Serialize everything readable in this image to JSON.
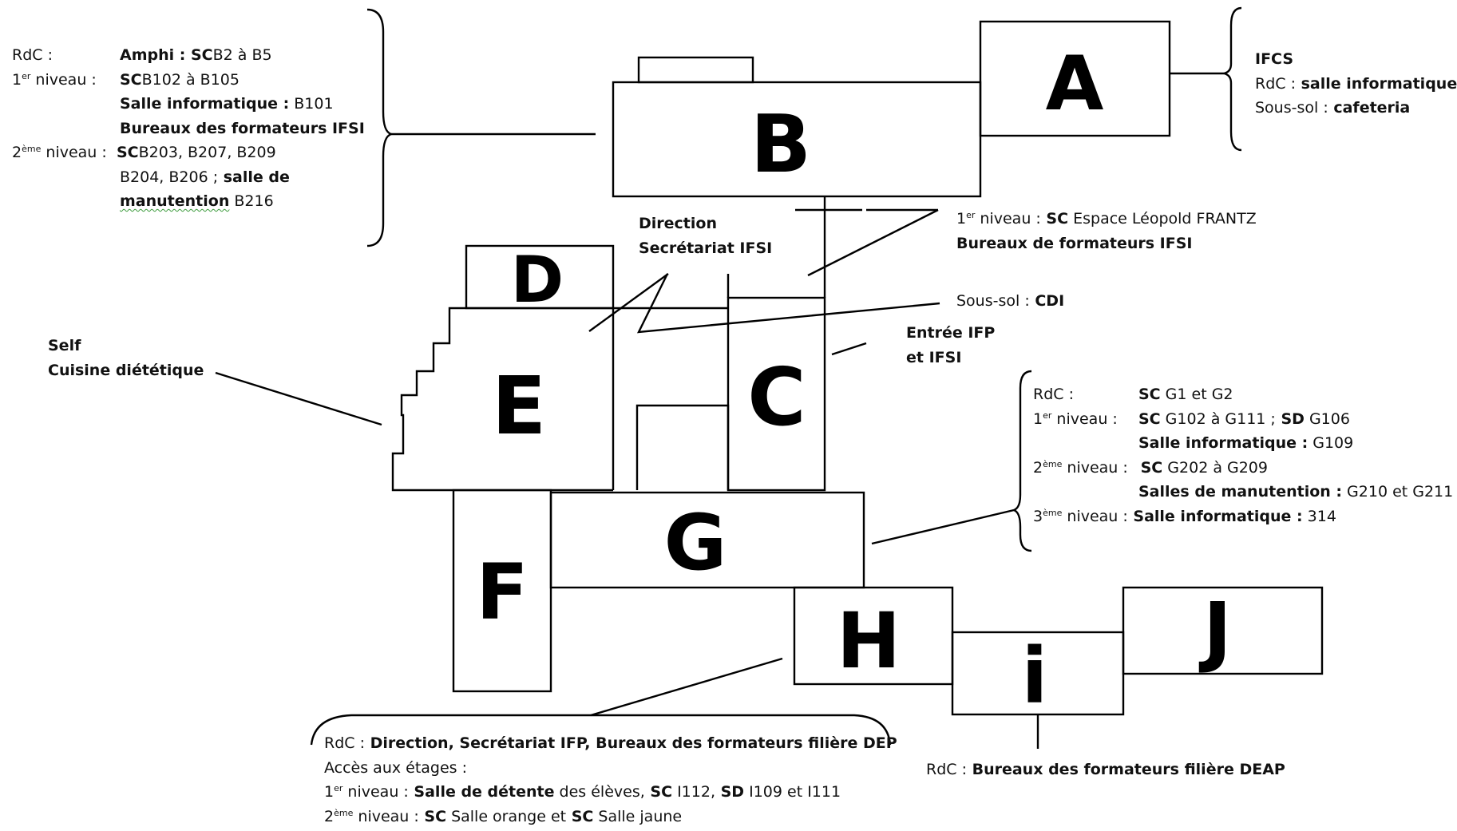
{
  "buildings": {
    "A": "A",
    "B": "B",
    "C": "C",
    "D": "D",
    "E": "E",
    "F": "F",
    "G": "G",
    "H": "H",
    "I": "i",
    "J": "J"
  },
  "notes": {
    "b": {
      "rdc_label": "RdC :",
      "rdc_bold": "Amphi : SC",
      "rdc_text": "B2 à B5",
      "n1_num": "1",
      "n1_sup": "er",
      "n1_label": " niveau :",
      "n1_bold": "SC",
      "n1_text": "B102 à B105",
      "n1_line2_bold": "Salle informatique :",
      "n1_line2_text": " B101",
      "n1_line3_bold": "Bureaux des formateurs IFSI",
      "n2_num": "2",
      "n2_sup": "ème",
      "n2_label": " niveau :",
      "n2_bold": "SC",
      "n2_text": "B203, B207, B209",
      "n2_line2_text": "B204, B206 ;",
      "n2_line2_bold": " salle de",
      "n2_line3_bold": "manutention",
      "n2_line3_text": " B216"
    },
    "a": {
      "title": "IFCS",
      "rdc_label": "RdC :",
      "rdc_bold": " salle informatique",
      "ss_label": "Sous-sol :",
      "ss_bold": " cafeteria"
    },
    "c_level1": {
      "num": "1",
      "sup": "er",
      "label": " niveau :",
      "bold": " SC",
      "text": " Espace Léopold FRANTZ",
      "line2_bold": "Bureaux de formateurs IFSI"
    },
    "direction": {
      "line1": "Direction",
      "line2": "Secrétariat IFSI"
    },
    "cdi": {
      "label": "Sous-sol :",
      "bold": " CDI"
    },
    "entree": {
      "line1": "Entrée IFP",
      "line2": "et IFSI"
    },
    "self": {
      "line1": "Self",
      "line2": "Cuisine diététique"
    },
    "g": {
      "rdc_label": "RdC :",
      "rdc_bold": "SC",
      "rdc_text": " G1 et G2",
      "n1_num": "1",
      "n1_sup": "er",
      "n1_label": " niveau :",
      "n1_bold": "SC",
      "n1_text": " G102 à G111 ;",
      "n1_bold2": " SD",
      "n1_text2": " G106",
      "n1_line2_bold": "Salle informatique :",
      "n1_line2_text": " G109",
      "n2_num": "2",
      "n2_sup": "ème",
      "n2_label": " niveau :",
      "n2_bold": " SC",
      "n2_text": " G202 à G209",
      "n2_line2_bold": "Salles de manutention :",
      "n2_line2_text": " G210 et G211",
      "n3_num": "3",
      "n3_sup": "ème",
      "n3_label": " niveau :",
      "n3_bold": " Salle informatique :",
      "n3_text": " 314"
    },
    "h": {
      "rdc_label": "RdC :",
      "rdc_bold": " Direction, Secrétariat IFP, Bureaux des formateurs filière DEP",
      "acces": "Accès aux étages :",
      "n1_num": "1",
      "n1_sup": "er",
      "n1_label": " niveau :",
      "n1_bold": " Salle de détente",
      "n1_text": " des élèves,",
      "n1_bold2": " SC",
      "n1_text2": " I112,",
      "n1_bold3": " SD",
      "n1_text3": " I109 et I111",
      "n2_num": "2",
      "n2_sup": "ème",
      "n2_label": " niveau :",
      "n2_bold": " SC",
      "n2_text": " Salle orange et",
      "n2_bold2": " SC",
      "n2_text2": " Salle jaune"
    },
    "i": {
      "rdc_label": "RdC :",
      "rdc_bold": " Bureaux des formateurs filière DEAP"
    }
  }
}
